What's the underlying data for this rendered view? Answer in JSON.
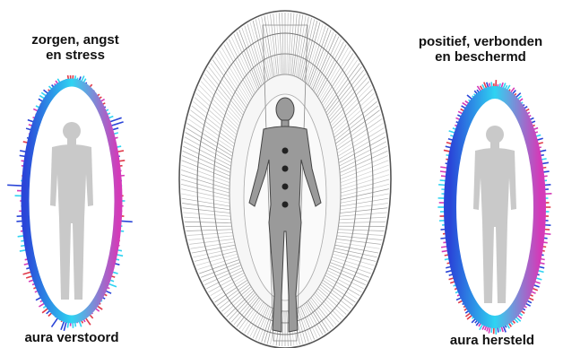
{
  "captions": {
    "top_left": [
      "zorgen, angst",
      "en stress"
    ],
    "top_right": [
      "positief, verbonden",
      "en beschermd"
    ],
    "bottom_left": "aura verstoord",
    "bottom_right": "aura hersteld"
  },
  "colors": {
    "aura_cyan": "#2fd3f2",
    "aura_blue": "#2a45d8",
    "aura_magenta": "#d43ab8",
    "aura_red": "#e03a4a",
    "silhouette": "#c9c9c9",
    "sketch_ink": "#555555"
  },
  "figures": {
    "left": "disturbed-aura-figure",
    "center": "sketched-energy-field-figure",
    "right": "restored-aura-figure"
  }
}
